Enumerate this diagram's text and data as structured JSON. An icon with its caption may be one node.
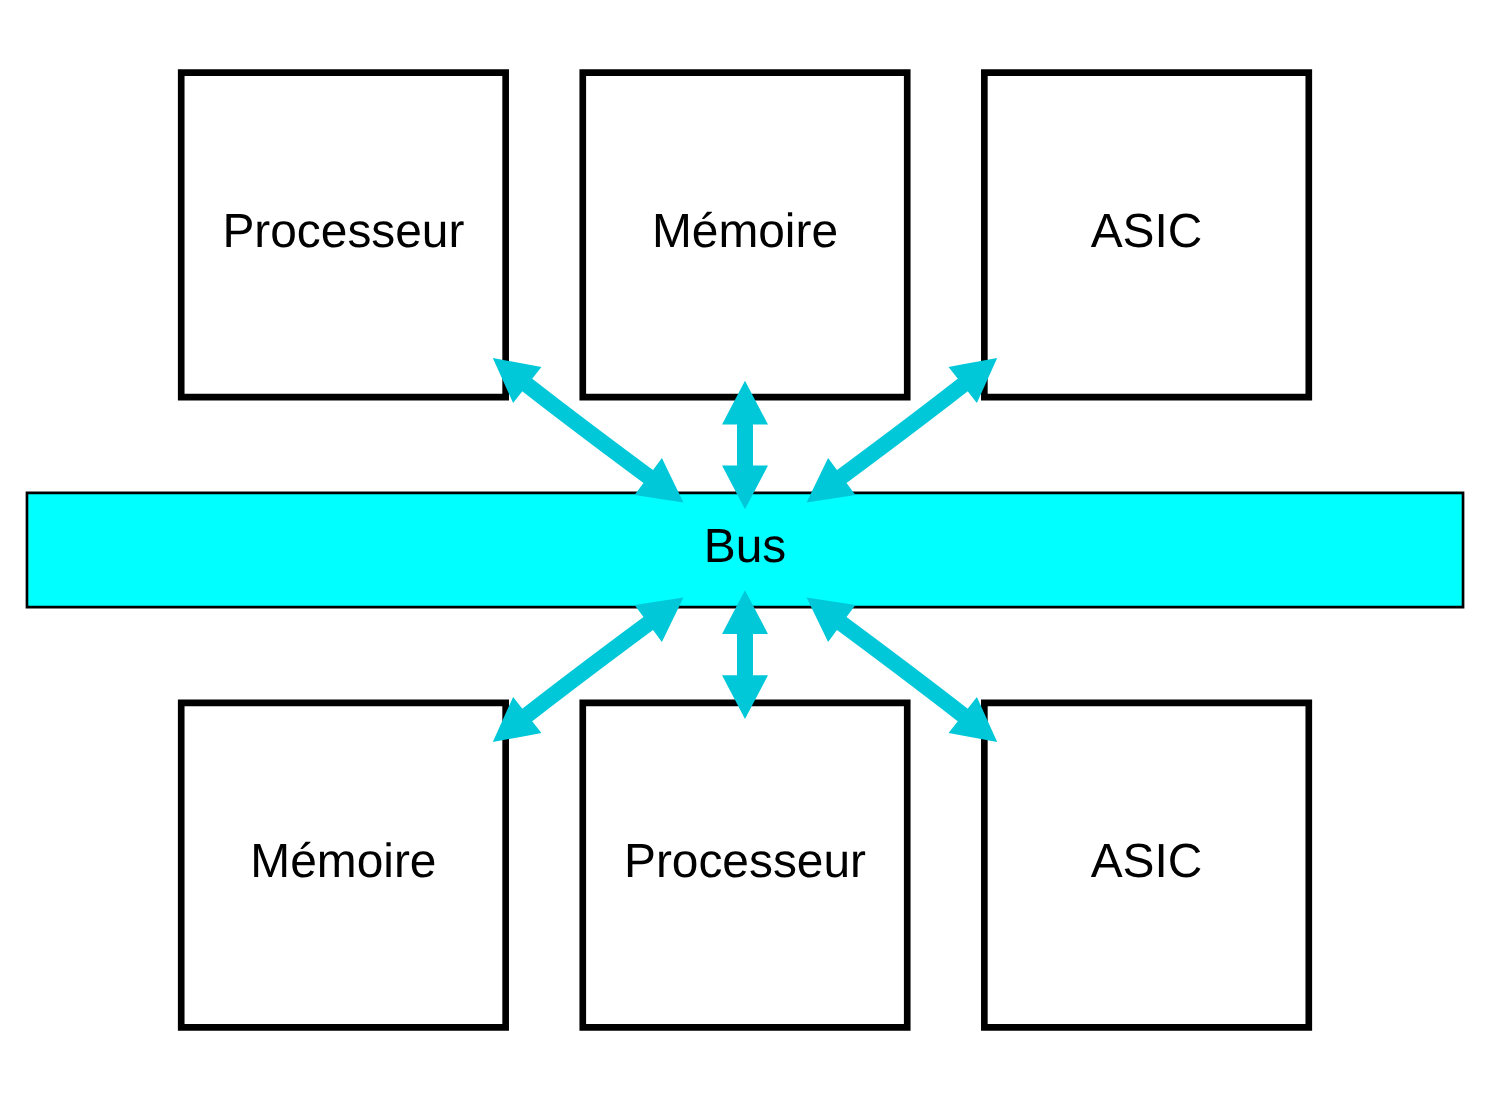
{
  "diagram": {
    "nodes": [
      {
        "text": [
          "Processeur"
        ]
      },
      {
        "text": [
          "Mémoire"
        ]
      },
      {
        "text": [
          "ASIC"
        ]
      },
      {
        "text": [
          "Bus"
        ]
      },
      {
        "text": [
          "Mémoire"
        ]
      },
      {
        "text": [
          "Processeur"
        ]
      },
      {
        "text": [
          "ASIC"
        ]
      }
    ],
    "edges": [
      {
        "from": 0,
        "to": 3,
        "arrow": "both"
      },
      {
        "from": 1,
        "to": 3,
        "arrow": "both"
      },
      {
        "from": 2,
        "to": 3,
        "arrow": "both"
      },
      {
        "from": 3,
        "to": 4,
        "arrow": "both"
      },
      {
        "from": 3,
        "to": 5,
        "arrow": "both"
      },
      {
        "from": 3,
        "to": 6,
        "arrow": "both"
      }
    ]
  }
}
